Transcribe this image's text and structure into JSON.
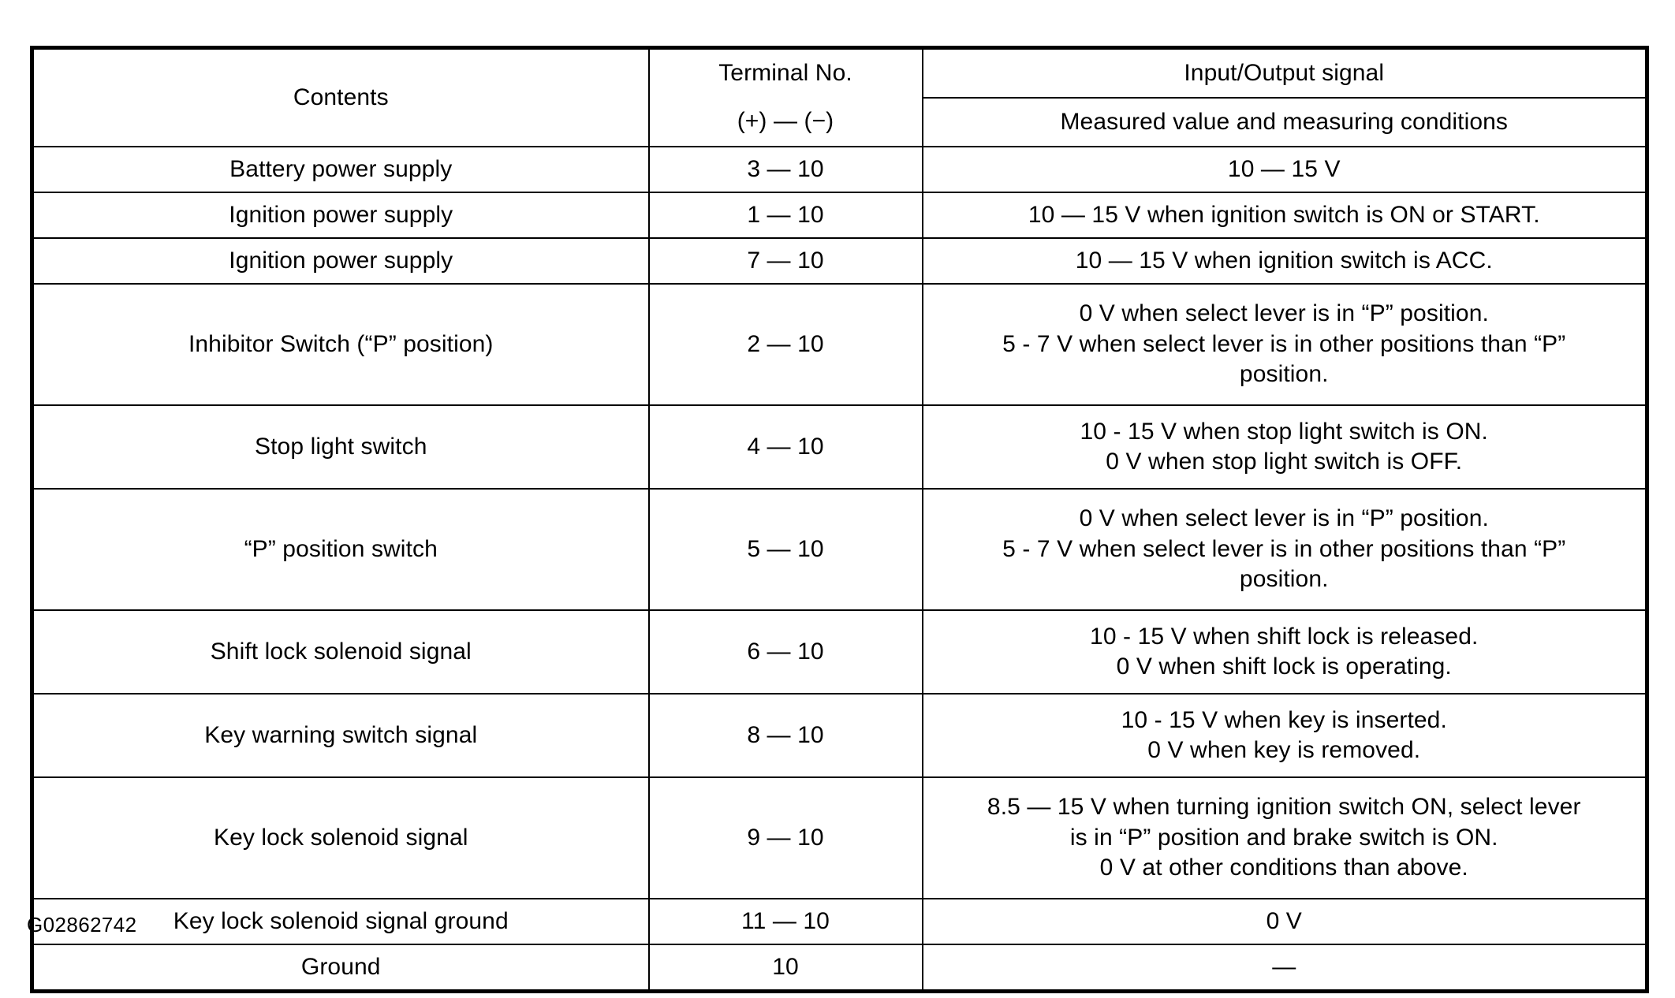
{
  "document": {
    "caption_code": "G02862742"
  },
  "table": {
    "headers": {
      "contents": "Contents",
      "terminal_no": "Terminal No.",
      "terminal_polarity": "(+) — (−)",
      "io_signal": "Input/Output signal",
      "measured_value": "Measured value and measuring conditions"
    },
    "rows": [
      {
        "contents": "Battery power supply",
        "terminal": "3 — 10",
        "signal_lines": [
          "10 — 15 V"
        ]
      },
      {
        "contents": "Ignition power supply",
        "terminal": "1 — 10",
        "signal_lines": [
          "10 — 15 V when ignition switch is ON or START."
        ]
      },
      {
        "contents": "Ignition power supply",
        "terminal": "7 — 10",
        "signal_lines": [
          "10 — 15 V when ignition switch is ACC."
        ]
      },
      {
        "contents": "Inhibitor Switch (“P” position)",
        "terminal": "2 — 10",
        "signal_lines": [
          "0 V when select lever is in “P” position.",
          "5 - 7 V when select lever is in other positions than “P”",
          "position."
        ]
      },
      {
        "contents": "Stop light switch",
        "terminal": "4 — 10",
        "signal_lines": [
          "10 - 15 V when stop light switch is ON.",
          "0 V when stop light switch is OFF."
        ]
      },
      {
        "contents": "“P” position switch",
        "terminal": "5 — 10",
        "signal_lines": [
          "0 V when select lever is in “P” position.",
          "5 - 7 V when select lever is in other positions than “P”",
          "position."
        ]
      },
      {
        "contents": "Shift lock solenoid signal",
        "terminal": "6 — 10",
        "signal_lines": [
          "10 - 15 V when shift lock is released.",
          "0 V when shift lock is operating."
        ]
      },
      {
        "contents": "Key warning switch signal",
        "terminal": "8 — 10",
        "signal_lines": [
          "10 - 15 V when key is inserted.",
          "0 V when key is removed."
        ]
      },
      {
        "contents": "Key lock solenoid signal",
        "terminal": "9 — 10",
        "signal_lines": [
          "8.5 — 15 V when turning ignition switch ON, select lever",
          "is in “P” position and brake switch is ON.",
          "0 V at other conditions than above."
        ]
      },
      {
        "contents": "Key lock solenoid signal ground",
        "terminal": "11 — 10",
        "signal_lines": [
          "0 V"
        ]
      },
      {
        "contents": "Ground",
        "terminal": "10",
        "signal_lines": [
          "—"
        ]
      }
    ]
  }
}
